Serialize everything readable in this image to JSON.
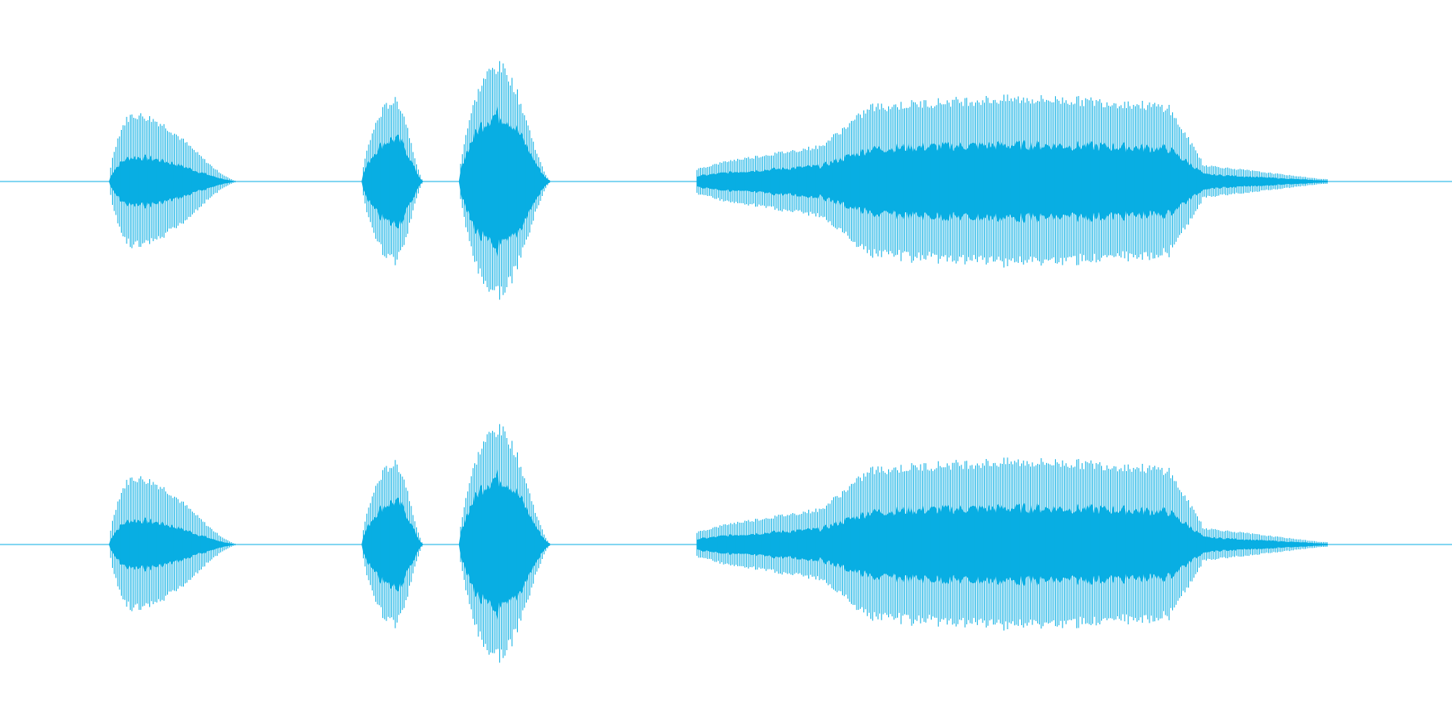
{
  "waveform": {
    "color": "#08aee3",
    "background": "#ffffff",
    "channels": [
      {
        "name": "channel-1"
      },
      {
        "name": "channel-2"
      }
    ],
    "segments": [
      {
        "start": 0.075,
        "peak": 0.092,
        "end": 0.165,
        "amplitude": 0.58,
        "body": 0.2
      },
      {
        "start": 0.249,
        "peak": 0.272,
        "end": 0.292,
        "amplitude": 0.7,
        "body": 0.35
      },
      {
        "start": 0.316,
        "peak": 0.343,
        "end": 0.38,
        "amplitude": 1.0,
        "body": 0.55
      },
      {
        "start": 0.48,
        "peak": 0.66,
        "end": 0.915,
        "amplitude": 0.72,
        "body": 0.3,
        "sustained": true
      }
    ]
  }
}
